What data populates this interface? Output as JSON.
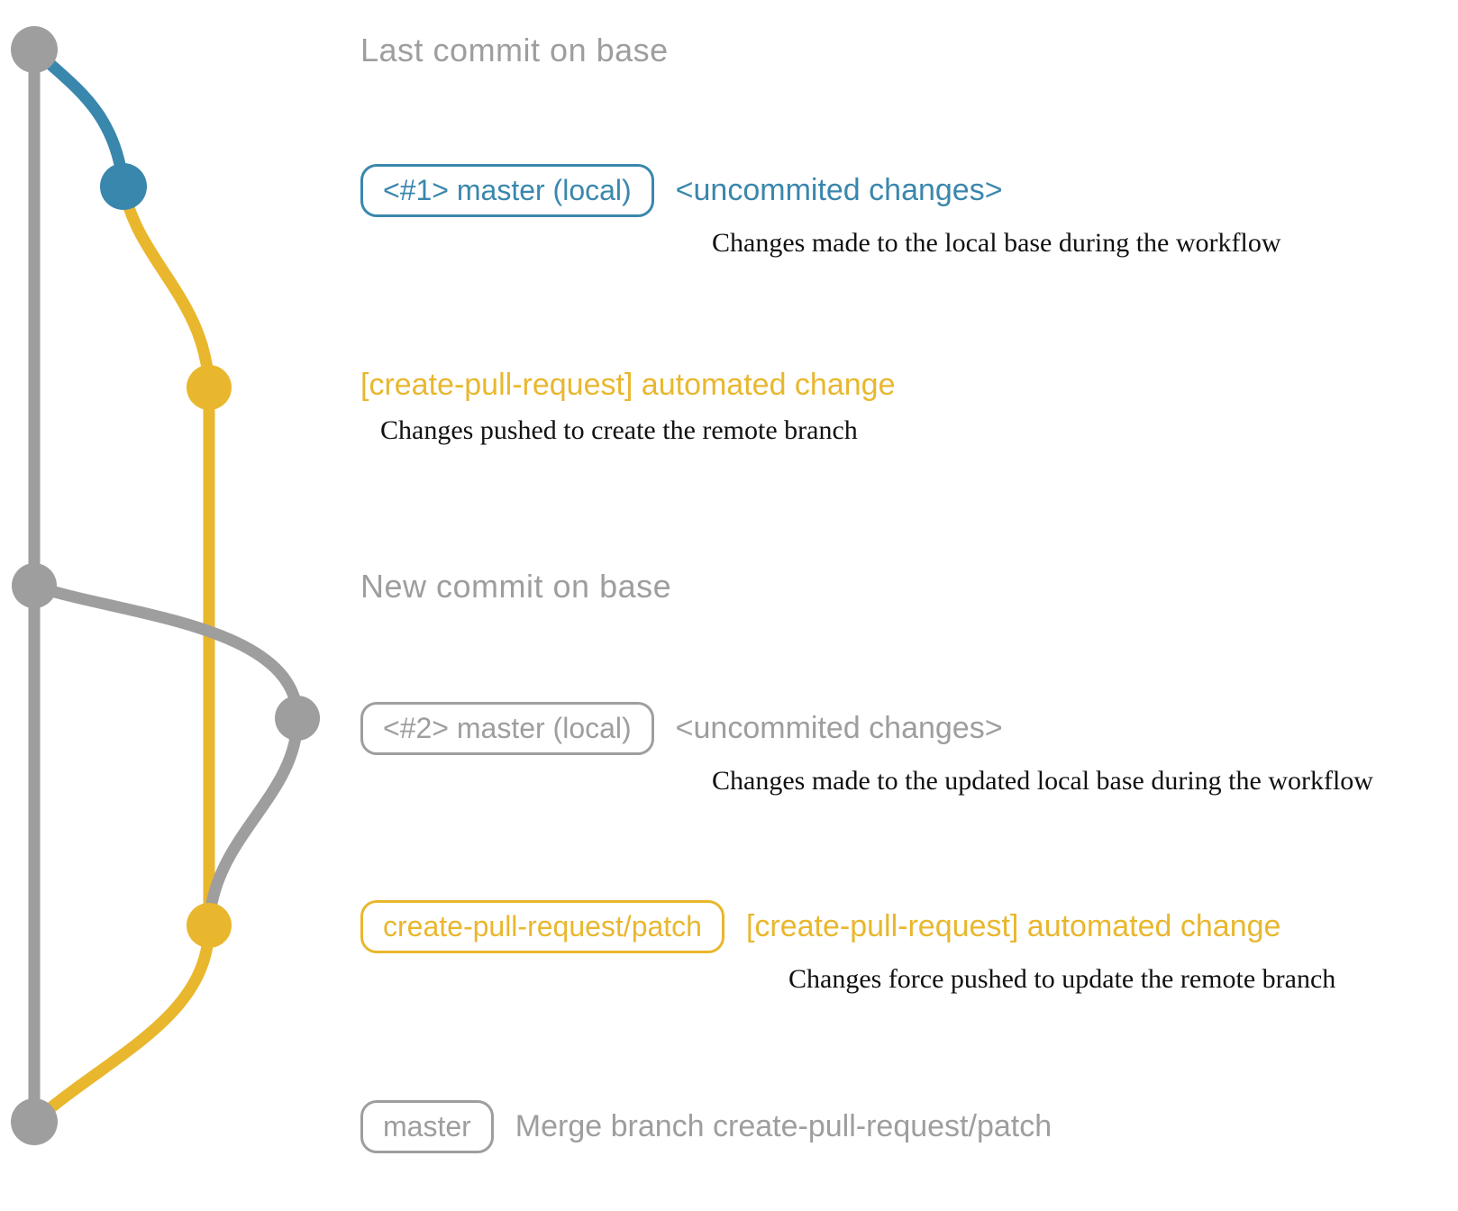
{
  "colors": {
    "gray": "#9e9e9e",
    "blue": "#3a87ad",
    "yellow": "#e9b72e",
    "ink": "#111111"
  },
  "graph": {
    "base_branch": "master (base)",
    "commit_dots": [
      "last-commit-on-base",
      "local-1",
      "remote-patch-1",
      "new-commit-on-base",
      "local-2",
      "remote-patch-2",
      "merge-commit"
    ]
  },
  "rows": {
    "last_commit": {
      "label": "Last commit on base"
    },
    "block1": {
      "badge": "<#1> master (local)",
      "annotation": "<uncommited changes>",
      "description": "Changes made to the local base during the workflow"
    },
    "block2": {
      "annotation": "[create-pull-request] automated change",
      "description": "Changes pushed to create the remote branch"
    },
    "new_commit": {
      "label": "New commit on base"
    },
    "block3": {
      "badge": "<#2> master (local)",
      "annotation": "<uncommited changes>",
      "description": "Changes made to the updated local base during the workflow"
    },
    "block4": {
      "badge": "create-pull-request/patch",
      "annotation": "[create-pull-request] automated change",
      "description": "Changes force pushed to update the remote branch"
    },
    "block5": {
      "badge": "master",
      "annotation": "Merge branch create-pull-request/patch"
    }
  }
}
